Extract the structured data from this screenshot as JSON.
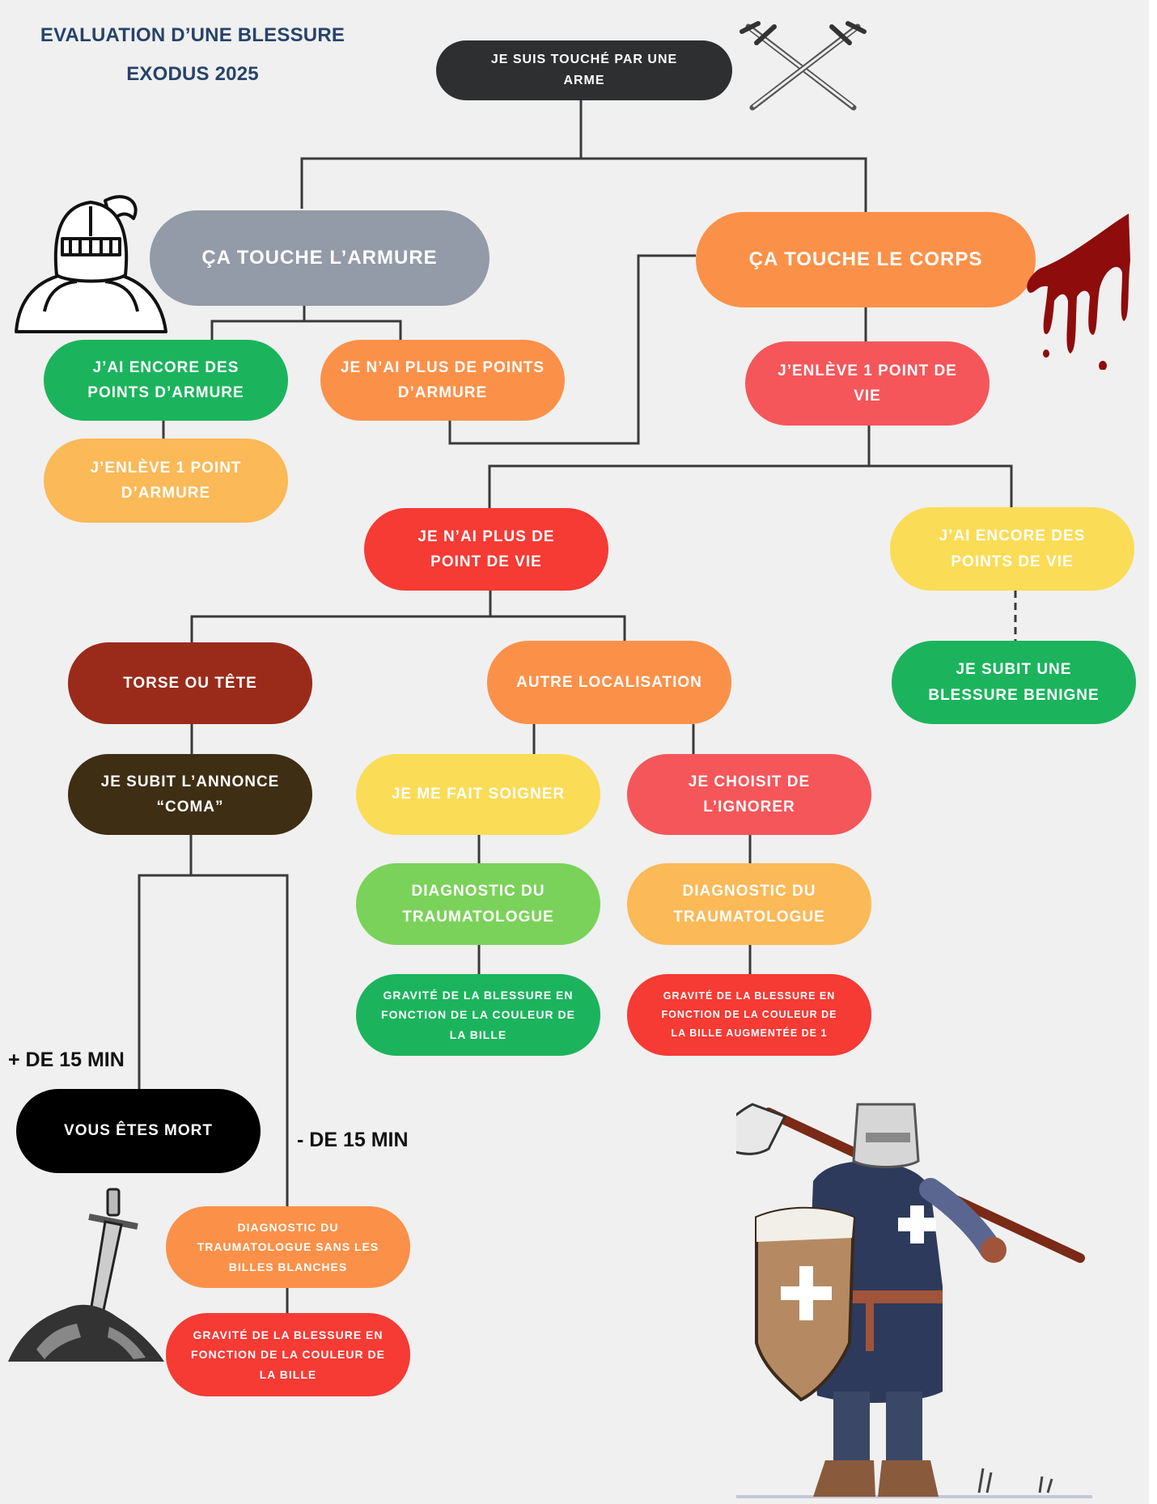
{
  "header": {
    "title_line1": "EVALUATION D’UNE BLESSURE",
    "title_line2": "EXODUS 2025"
  },
  "nodes": {
    "start": "JE SUIS TOUCHÉ PAR UNE ARME",
    "armure": "ÇA TOUCHE L’ARMURE",
    "corps": "ÇA TOUCHE LE CORPS",
    "encore_armure": "J’AI ENCORE DES POINTS D’ARMURE",
    "plus_armure": "JE N’AI PLUS DE POINTS D’ARMURE",
    "enleve_vie": "J’ENLÈVE 1 POINT DE VIE",
    "enleve_armure": "J’ENLÈVE 1 POINT D’ARMURE",
    "plus_vie": "JE N’AI PLUS DE POINT DE VIE",
    "encore_vie": "J’AI ENCORE DES POINTS DE VIE",
    "benigne": "JE SUBIT UNE BLESSURE BENIGNE",
    "torse": "TORSE OU TÊTE",
    "autre": "AUTRE LOCALISATION",
    "coma": "JE SUBIT L’ANNONCE “COMA”",
    "soigner": "JE ME FAIT SOIGNER",
    "ignorer": "JE CHOISIT DE L’IGNORER",
    "diag1": "DIAGNOSTIC DU TRAUMATOLOGUE",
    "diag2": "DIAGNOSTIC DU TRAUMATOLOGUE",
    "grav1": "GRAVITÉ DE LA BLESSURE EN FONCTION DE LA COULEUR DE LA BILLE",
    "grav2": "GRAVITÉ DE LA BLESSURE EN FONCTION DE LA COULEUR DE LA BILLE AUGMENTÉE DE 1",
    "mort": "VOUS ÊTES MORT",
    "diag3": "DIAGNOSTIC DU TRAUMATOLOGUE SANS LES BILLES BLANCHES",
    "grav3": "GRAVITÉ DE LA BLESSURE EN FONCTION DE LA COULEUR DE LA BILLE"
  },
  "labels": {
    "plus15": "+ DE 15 MIN",
    "moins15": "- DE 15 MIN"
  },
  "colors": {
    "dark": "#2e2f31",
    "grey": "#939ba8",
    "orange": "#fb9149",
    "green": "#1bb45d",
    "light_orange": "#fbb957",
    "coral": "#f5565a",
    "red": "#f63a34",
    "yellow": "#fbdc57",
    "brown_red": "#9a2b1a",
    "dark_brown": "#3e2e14",
    "lime": "#7bd25a",
    "black": "#000000",
    "title": "#27436a"
  },
  "illustrations": [
    "crossed-swords-icon",
    "knight-helmet-icon",
    "blood-splatter-icon",
    "sword-in-stone-icon",
    "templar-knight-icon"
  ]
}
